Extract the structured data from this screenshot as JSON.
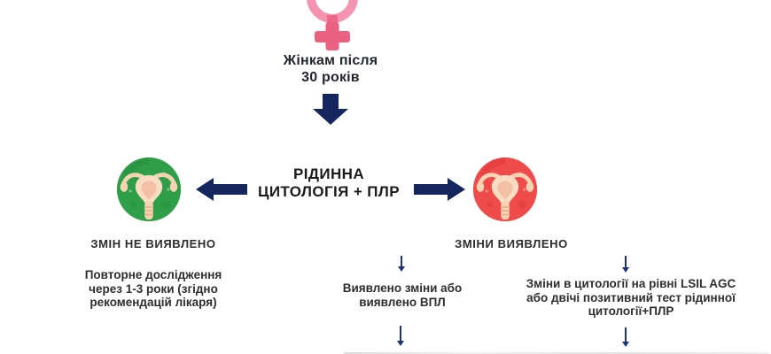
{
  "top": {
    "line1": "Жінкам після",
    "line2": "30 років"
  },
  "center": {
    "line1": "РІДИННА",
    "line2": "ЦИТОЛОГІЯ + ПЛР"
  },
  "left_branch": {
    "result": "ЗМІН НЕ ВИЯВЛЕНО",
    "note": "Повторне дослідження через 1-3 роки (згідно рекомендацій лікаря)"
  },
  "right_branch": {
    "result": "ЗМІНИ ВИЯВЛЕНО",
    "outcome_mid": "Виявлено зміни або виявлено ВПЛ",
    "outcome_right": "Зміни в цитології на рівні LSIL AGC або двічі позитивний тест рідинної цитології+ПЛР"
  },
  "icons": {
    "top": "female-gender-icon",
    "left": "uterus-icon-green",
    "right": "uterus-icon-red"
  },
  "colors": {
    "arrow_navy": "#15265e",
    "thin_arrow_navy": "#1d3473",
    "circle_green": "#2f9e48",
    "circle_red": "#ef4b4b",
    "symbol_pink_ring": "#f494b0",
    "symbol_pink_cross": "#eb6181",
    "text_dark": "#2e2e2e"
  }
}
